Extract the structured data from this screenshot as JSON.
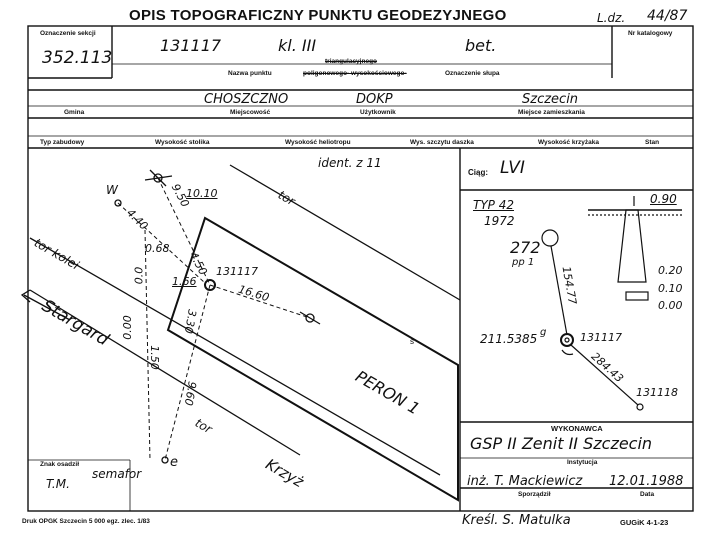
{
  "header": {
    "title": "OPIS TOPOGRAFICZNY PUNKTU GEODEZYJNEGO",
    "ldz_label": "L.dz.",
    "ldz_value": "44/87"
  },
  "section_box": {
    "label": "Oznaczenie sekcji",
    "value": "352.113"
  },
  "point": {
    "number": "131117",
    "class": "kl. III",
    "marker": "bet.",
    "name_label": "Nazwa punktu",
    "type_top": "triangulacyjnego",
    "type_bottom": "poligonowego- wysokościowego-",
    "marker_label": "Oznaczenie słupa"
  },
  "catalog": {
    "label": "Nr katalogowy"
  },
  "location": {
    "gmina_label": "Gmina",
    "gmina_value": "",
    "miejscowosc_label": "Miejscowość",
    "miejscowosc_value": "CHOSZCZNO",
    "uzytkownik_label": "Użytkownik",
    "uzytkownik_value": "DOKP",
    "miejsce_label": "Miejsce zamieszkania",
    "miejsce_value": "Szczecin"
  },
  "columns": [
    "Typ zabudowy",
    "Wysokość stolika",
    "Wysokość heliotropu",
    "Wys. szczytu daszka",
    "Wysokość krzyżaka",
    "Stan"
  ],
  "sketch": {
    "ident": "ident. z 11",
    "labels": {
      "w": "W",
      "tor_top": "tor",
      "tor_kolei": "tor kolei",
      "stargard": "Stargard",
      "peron": "PERON 1",
      "tor_bottom": "tor",
      "krzyz": "Krzyż",
      "e": "e",
      "semafor": "semafor",
      "s": "s",
      "point": "131117"
    },
    "distances": [
      "9.50",
      "10.10",
      "4.40",
      "0.68",
      "4.50",
      "1.66",
      "16.60",
      "0.0",
      "0.00",
      "3.30",
      "1.50",
      "9.60"
    ]
  },
  "ciag": {
    "label": "Ciąg:",
    "value": "LVI"
  },
  "marker_type": {
    "typ": "TYP 42",
    "year": "1972",
    "depths": [
      "0.90",
      "0.20",
      "0.10",
      "0.00"
    ]
  },
  "traverse": {
    "station": "272",
    "station_sub": "pp 1",
    "dist1": "154.77",
    "angle": "211.5385",
    "angle_unit": "g",
    "point1": "131117",
    "dist2": "284.43",
    "point2": "131118"
  },
  "execution": {
    "label": "WYKONAWCA",
    "institution_value": "GSP II Zenit II   Szczecin",
    "institution_label": "Instytucja",
    "author_value": "inż. T. Mackiewicz",
    "date_value": "12.01.1988",
    "author_label": "Sporządził",
    "date_label": "Data"
  },
  "footer": {
    "sign_label": "Znak osadził",
    "sign_value": "T.M.",
    "print_note": "Druk OPGK Szczecin 5 000 egz. zlec. 1/83",
    "kresil": "Kreśl.  S. Matulka",
    "form_code": "GUGiK 4-1-23"
  }
}
